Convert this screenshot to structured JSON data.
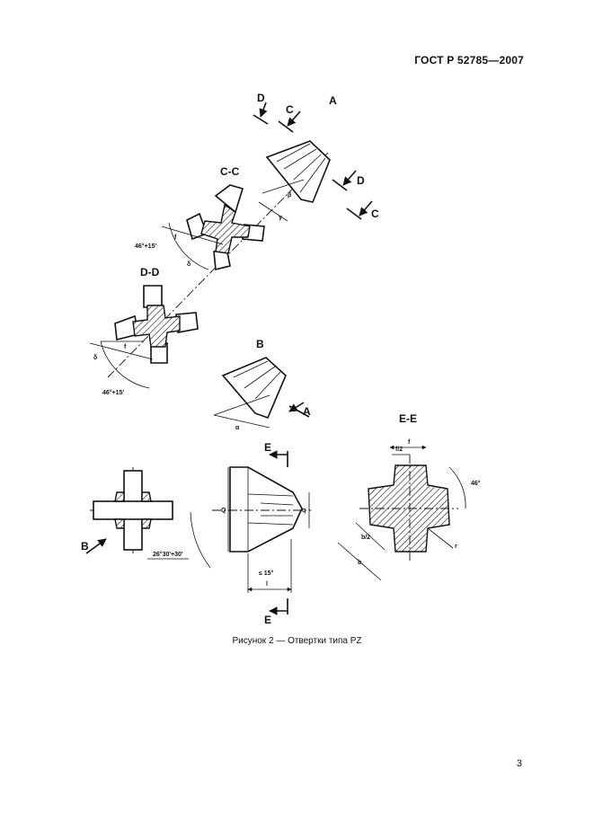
{
  "header": {
    "standard": "ГОСТ Р 52785—2007"
  },
  "figure": {
    "labels": {
      "view_a": "A",
      "section_cc": "C-C",
      "section_dd": "D-D",
      "view_b": "B",
      "section_ee": "E-E",
      "arrow_d": "D",
      "arrow_c": "C",
      "arrow_b": "B",
      "arrow_a": "A",
      "arrow_e": "E"
    },
    "dims": {
      "angle_cc": "46°+15'",
      "angle_dd": "46°+15'",
      "angle_cone": "26°30'+30'",
      "angle_ee": "46°",
      "le_15": "≤ 15°",
      "beta": "β",
      "gamma": "γ",
      "delta": "δ",
      "f": "f",
      "alpha": "α",
      "Q": "Q",
      "q": "q",
      "l": "l",
      "f_half": "f/2",
      "b_half": "b/2",
      "b": "b",
      "r": "r"
    }
  },
  "caption": "Рисунок 2 — Отвертки типа PZ",
  "page_number": "3"
}
